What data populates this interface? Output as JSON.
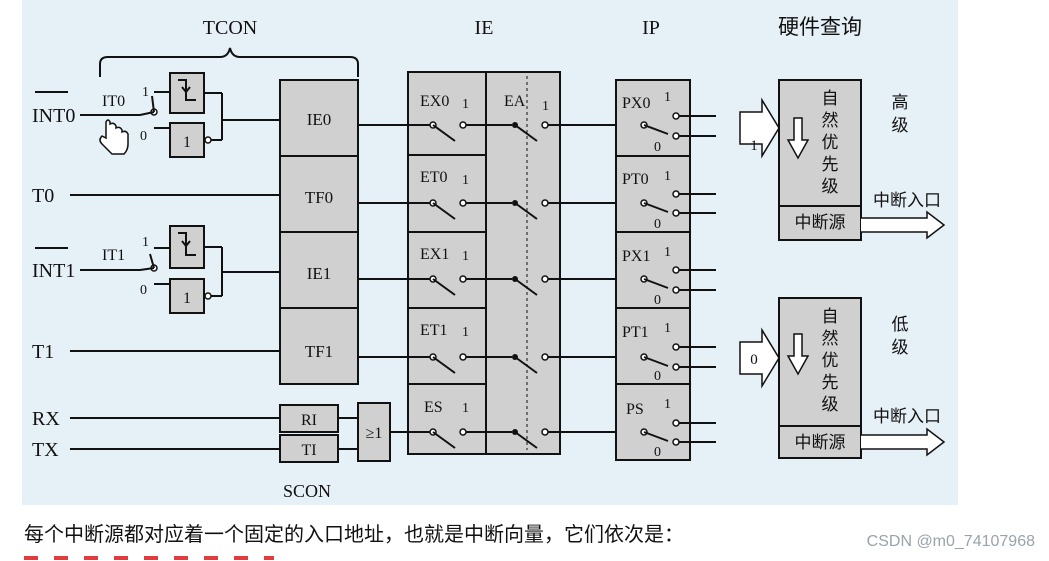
{
  "diagram": {
    "group_labels": {
      "tcon": "TCON",
      "ie": "IE",
      "ip": "IP",
      "hw_query": "硬件查询",
      "scon": "SCON"
    },
    "inputs": {
      "int0": "INT0",
      "t0": "T0",
      "int1": "INT1",
      "t1": "T1",
      "rx": "RX",
      "tx": "TX"
    },
    "trigger_bits": {
      "it0": "IT0",
      "it1": "IT1"
    },
    "switch_values": {
      "one": "1",
      "zero": "0"
    },
    "flags": {
      "ie0": "IE0",
      "tf0": "TF0",
      "ie1": "IE1",
      "tf1": "TF1",
      "ri": "RI",
      "ti": "TI"
    },
    "or_gate": "≥1",
    "ie_bits": {
      "ex0": "EX0",
      "et0": "ET0",
      "ex1": "EX1",
      "et1": "ET1",
      "es": "ES",
      "ea": "EA"
    },
    "ip_bits": {
      "px0": "PX0",
      "pt0": "PT0",
      "px1": "PX1",
      "pt1": "PT1",
      "ps": "PS"
    },
    "high": {
      "label": "高级",
      "natural_priority": [
        "自",
        "然",
        "优",
        "先",
        "级"
      ],
      "source": "中断源",
      "entry": "中断入口",
      "arrow_value": "1"
    },
    "low": {
      "label": "低级",
      "natural_priority": [
        "自",
        "然",
        "优",
        "先",
        "级"
      ],
      "source": "中断源",
      "entry": "中断入口",
      "arrow_value": "0"
    }
  },
  "caption": "每个中断源都对应着一个固定的入口地址，也就是中断向量，它们依次是：",
  "watermark": "CSDN @m0_74107968"
}
